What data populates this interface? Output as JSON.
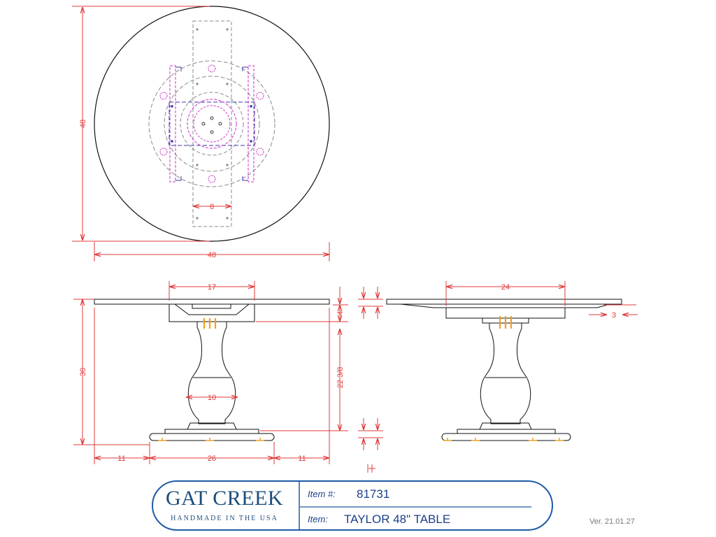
{
  "top_view": {
    "dimensions": {
      "diameter_vertical": "48",
      "diameter_horizontal": "48",
      "apron_width": "8"
    }
  },
  "front_view": {
    "dimensions": {
      "apron_width": "17",
      "total_height": "30",
      "pedestal_diameter": "10",
      "foot_width": "26",
      "left_overhang": "11",
      "right_overhang": "11",
      "apron_height": "4",
      "pedestal_height": "22 3/8"
    }
  },
  "side_view": {
    "dimensions": {
      "apron_width": "24",
      "edge_depth": "3"
    }
  },
  "title_block": {
    "brand_name": "GAT CREEK",
    "tagline": "HANDMADE IN THE USA",
    "item_number_label": "Item #:",
    "item_number": "81731",
    "item_label": "Item:",
    "item_name": "TAYLOR 48\" TABLE"
  },
  "version": "Ver. 21.01.27",
  "colors": {
    "dimension": "#e03a3a",
    "outline": "#111111",
    "hidden": "#8a8a8a",
    "hardware": "#cc33cc",
    "bolts": "#f0a020",
    "brand": "#1c4d7a",
    "border": "#1f5aa6"
  }
}
